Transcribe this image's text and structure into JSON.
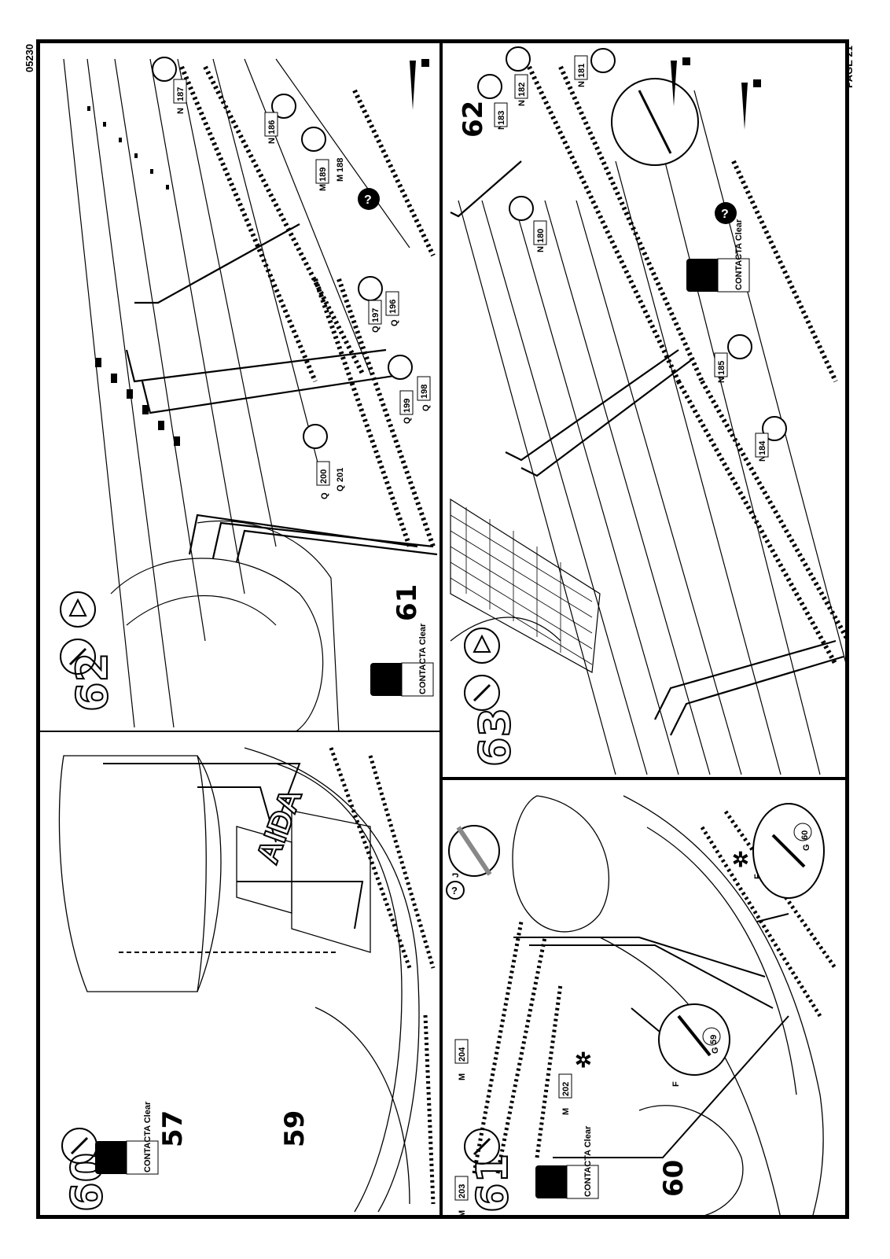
{
  "page": {
    "doc_code": "05230",
    "page_label": "PAGE 21"
  },
  "steps": [
    {
      "number": "62",
      "parts": [
        {
          "letter": "N",
          "num": "187"
        },
        {
          "letter": "N",
          "num": "186"
        },
        {
          "letter": "M",
          "num": "189"
        },
        {
          "letter": "M",
          "num": "188"
        },
        {
          "letter": "Q",
          "num": "197"
        },
        {
          "letter": "Q",
          "num": "196"
        },
        {
          "letter": "Q",
          "num": "199"
        },
        {
          "letter": "Q",
          "num": "198"
        },
        {
          "letter": "Q",
          "num": "200"
        },
        {
          "letter": "Q",
          "num": "201"
        }
      ],
      "ref_number": "61",
      "glue_label": "CONTACTA Clear"
    },
    {
      "number": "60",
      "ref_numbers": [
        "57",
        "59"
      ],
      "brand_text": "AIDA",
      "glue_label": "CONTACTA Clear"
    },
    {
      "number": "63",
      "ref_number": "62",
      "parts": [
        {
          "letter": "N",
          "num": "183"
        },
        {
          "letter": "N",
          "num": "182"
        },
        {
          "letter": "N",
          "num": "181"
        },
        {
          "letter": "N",
          "num": "180"
        },
        {
          "letter": "N",
          "num": "185"
        },
        {
          "letter": "N",
          "num": "184"
        }
      ],
      "glue_label": "CONTACTA Clear"
    },
    {
      "number": "61",
      "parts": [
        {
          "letter": "M",
          "num": "203"
        },
        {
          "letter": "M",
          "num": "204"
        },
        {
          "letter": "M",
          "num": "202"
        },
        {
          "letter": "G",
          "num": "59"
        },
        {
          "letter": "G",
          "num": "60"
        }
      ],
      "ref_number": "60",
      "glue_label": "CONTACTA Clear",
      "tool_marks": [
        "J",
        "F",
        "F"
      ]
    }
  ]
}
